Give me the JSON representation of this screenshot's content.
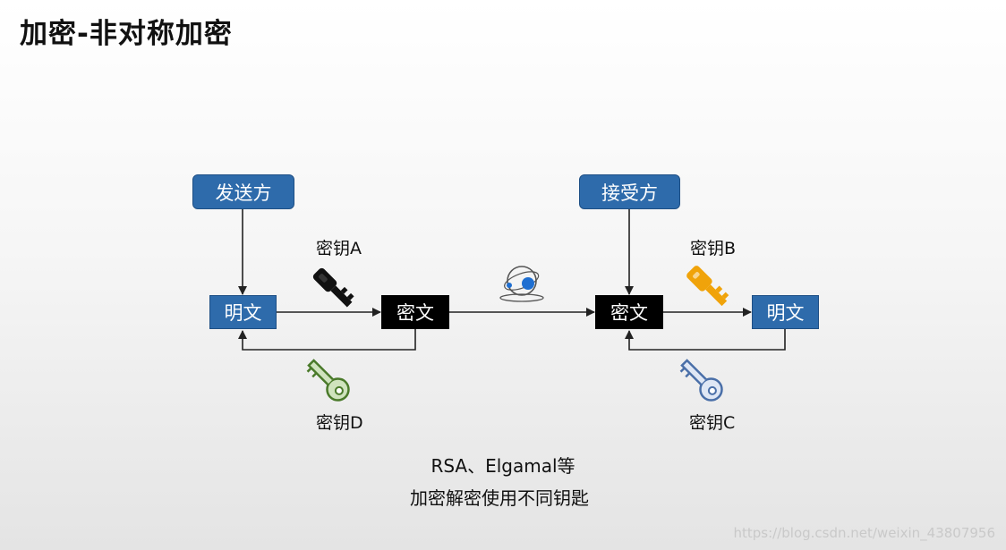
{
  "slide": {
    "title": "加密-非对称加密"
  },
  "diagram": {
    "sender": "发送方",
    "receiver": "接受方",
    "plaintext_left": "明文",
    "plaintext_right": "明文",
    "ciphertext_left": "密文",
    "ciphertext_right": "密文",
    "key_a": {
      "label": "密钥A",
      "color": "#111111",
      "icon": "key-icon"
    },
    "key_b": {
      "label": "密钥B",
      "color": "#f0a30a",
      "icon": "key-icon"
    },
    "key_c": {
      "label": "密钥C",
      "color": "#4a6fa8",
      "icon": "key-outline-icon"
    },
    "key_d": {
      "label": "密钥D",
      "color": "#4a7a2a",
      "icon": "key-outline-icon"
    },
    "network_icon": "globe-network-icon"
  },
  "notes": {
    "line1": "RSA、Elgamal等",
    "line2": "加密解密使用不同钥匙"
  },
  "watermark": "https://blog.csdn.net/weixin_43807956"
}
